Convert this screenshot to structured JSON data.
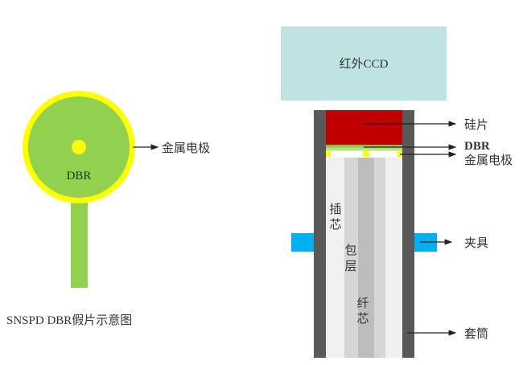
{
  "left": {
    "dbr_label": "DBR",
    "electrode_label": "金属电极",
    "caption": "SNSPD DBR假片示意图"
  },
  "right": {
    "ccd_label": "红外CCD",
    "silicon_label": "硅片",
    "dbr_label": "DBR",
    "electrode_label": "金属电极",
    "ferrule_label": [
      "插",
      "芯"
    ],
    "cladding_label": [
      "包",
      "层"
    ],
    "core_label": [
      "纤",
      "芯"
    ],
    "clamp_label": "夹具",
    "sleeve_label": "套筒"
  },
  "colors": {
    "dbr_green": "#92d050",
    "electrode_yellow": "#ffff00",
    "silicon_red": "#c00000",
    "ccd_fill": "#bfe3e3",
    "sleeve_gray": "#595959",
    "clamp_blue": "#00b0f0"
  }
}
